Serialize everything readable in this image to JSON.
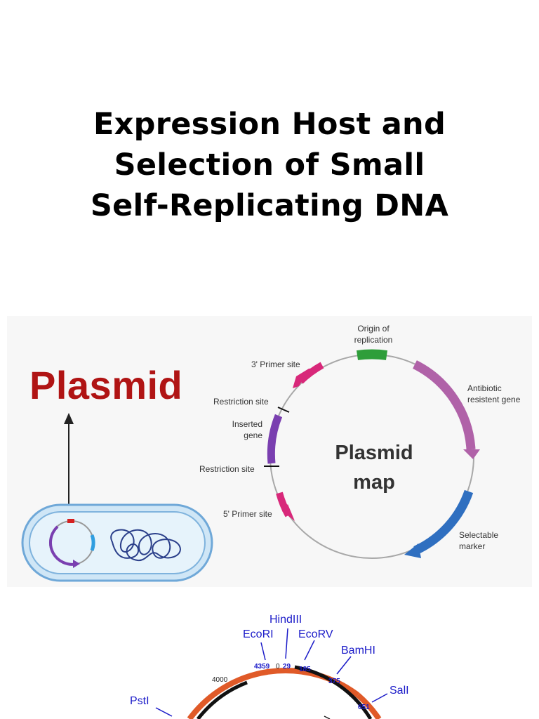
{
  "title": {
    "line1": "Expression Host and",
    "line2": "Selection of Small",
    "line3": "Self-Replicating DNA"
  },
  "diagram": {
    "plasmid_word": "Plasmid",
    "center_line1": "Plasmid",
    "center_line2": "map",
    "labels": {
      "origin_line1": "Origin of",
      "origin_line2": "replication",
      "primer3": "3' Primer site",
      "restriction_top": "Restriction site",
      "inserted_line1": "Inserted",
      "inserted_line2": "gene",
      "restriction_bottom": "Restriction site",
      "primer5": "5' Primer site",
      "antibiotic_line1": "Antibiotic",
      "antibiotic_line2": "resistent gene",
      "selectable_line1": "Selectable",
      "selectable_line2": "marker"
    },
    "colors": {
      "origin": "#2e9e3a",
      "antibiotic": "#b062a8",
      "selectable": "#2f6fc0",
      "inserted": "#7a3fb0",
      "primer": "#d8287a",
      "plasmid_word": "#b01414"
    }
  },
  "restriction_map": {
    "sites": {
      "hindiii": "HindIII",
      "ecori": "EcoRI",
      "ecorv": "EcoRV",
      "bamhi": "BamHI",
      "sali": "SalI",
      "psti": "PstI"
    },
    "numbers": {
      "n4359": "4359",
      "n0": "0",
      "n29": "29",
      "n185": "185",
      "n375": "375",
      "n651": "651",
      "n4000": "4000"
    },
    "colors": {
      "backbone": "#e05a28",
      "gene": "#111111",
      "label": "#1a1ac8"
    }
  }
}
